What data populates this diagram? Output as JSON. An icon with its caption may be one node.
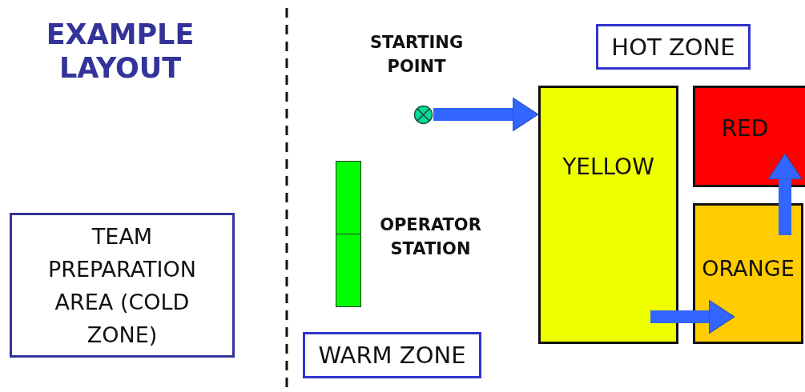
{
  "diagram": {
    "title": "EXAMPLE LAYOUT",
    "nodes": [
      {
        "text": [
          "TEAM PREPARATION AREA (COLD ZONE)"
        ]
      },
      {
        "text": [],
        "shape": "circle",
        "beside": [
          "STARTING POINT"
        ]
      },
      {
        "text": [],
        "shape": "bar",
        "beside": [
          "OPERATOR STATION"
        ]
      },
      {
        "text": [
          "WARM ZONE"
        ]
      },
      {
        "text": [
          "HOT ZONE"
        ]
      },
      {
        "text": [
          "YELLOW"
        ]
      },
      {
        "text": [
          "RED"
        ]
      },
      {
        "text": [
          "ORANGE"
        ]
      }
    ],
    "edges": [
      {
        "from": 1,
        "to": 5,
        "arrow": "to"
      },
      {
        "from": 5,
        "to": 7,
        "arrow": "to"
      },
      {
        "from": 7,
        "to": 6,
        "arrow": "to"
      }
    ]
  }
}
